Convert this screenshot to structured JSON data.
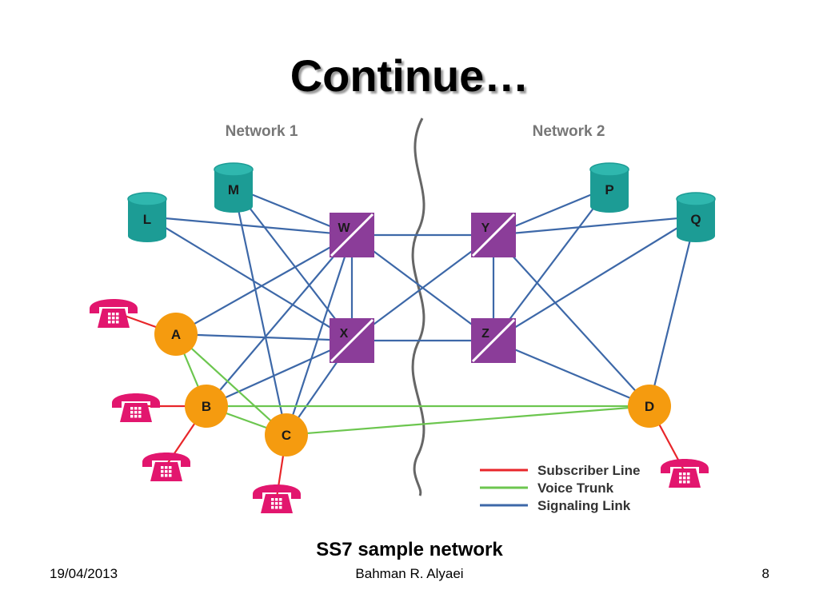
{
  "slide": {
    "title": "Continue…",
    "caption": "SS7 sample network",
    "footer": {
      "date": "19/04/2013",
      "author": "Bahman R. Alyaei",
      "page": "8"
    }
  },
  "diagram": {
    "network_labels": {
      "left": "Network 1",
      "right": "Network 2"
    },
    "databases": [
      {
        "id": "L",
        "label": "L"
      },
      {
        "id": "M",
        "label": "M"
      },
      {
        "id": "P",
        "label": "P"
      },
      {
        "id": "Q",
        "label": "Q"
      }
    ],
    "stps": [
      {
        "id": "W",
        "label": "W"
      },
      {
        "id": "X",
        "label": "X"
      },
      {
        "id": "Y",
        "label": "Y"
      },
      {
        "id": "Z",
        "label": "Z"
      }
    ],
    "ssps": [
      {
        "id": "A",
        "label": "A"
      },
      {
        "id": "B",
        "label": "B"
      },
      {
        "id": "C",
        "label": "C"
      },
      {
        "id": "D",
        "label": "D"
      }
    ],
    "phones": [
      "A",
      "B1",
      "B2",
      "C",
      "D"
    ],
    "links": {
      "signaling": [
        [
          "L",
          "W"
        ],
        [
          "L",
          "X"
        ],
        [
          "M",
          "W"
        ],
        [
          "M",
          "C"
        ],
        [
          "A",
          "W"
        ],
        [
          "A",
          "X"
        ],
        [
          "B",
          "W"
        ],
        [
          "B",
          "X"
        ],
        [
          "C",
          "W"
        ],
        [
          "C",
          "X"
        ],
        [
          "W",
          "X"
        ],
        [
          "W",
          "Y"
        ],
        [
          "W",
          "Z"
        ],
        [
          "X",
          "Y"
        ],
        [
          "X",
          "Z"
        ],
        [
          "Y",
          "Z"
        ],
        [
          "Y",
          "P"
        ],
        [
          "Y",
          "Q"
        ],
        [
          "Y",
          "D"
        ],
        [
          "Z",
          "P"
        ],
        [
          "Z",
          "Q"
        ],
        [
          "Z",
          "D"
        ],
        [
          "Q",
          "D"
        ],
        [
          "M",
          "X"
        ]
      ],
      "voice": [
        [
          "A",
          "B"
        ],
        [
          "A",
          "C"
        ],
        [
          "B",
          "C"
        ],
        [
          "B",
          "D"
        ],
        [
          "C",
          "D"
        ]
      ],
      "subscriber": [
        [
          "A",
          "phoneA"
        ],
        [
          "B",
          "phoneB1"
        ],
        [
          "B",
          "phoneB2"
        ],
        [
          "C",
          "phoneC"
        ],
        [
          "D",
          "phoneD"
        ]
      ]
    },
    "legend": [
      {
        "label": "Subscriber Line",
        "color": "#e8262a"
      },
      {
        "label": "Voice Trunk",
        "color": "#6cc64f"
      },
      {
        "label": "Signaling Link",
        "color": "#3d68a8"
      }
    ],
    "colors": {
      "database": "#1c9c95",
      "stp": "#8b3d99",
      "ssp": "#f59b0f",
      "phone": "#e2166e",
      "divider": "#666666",
      "network_label": "#777777"
    }
  }
}
